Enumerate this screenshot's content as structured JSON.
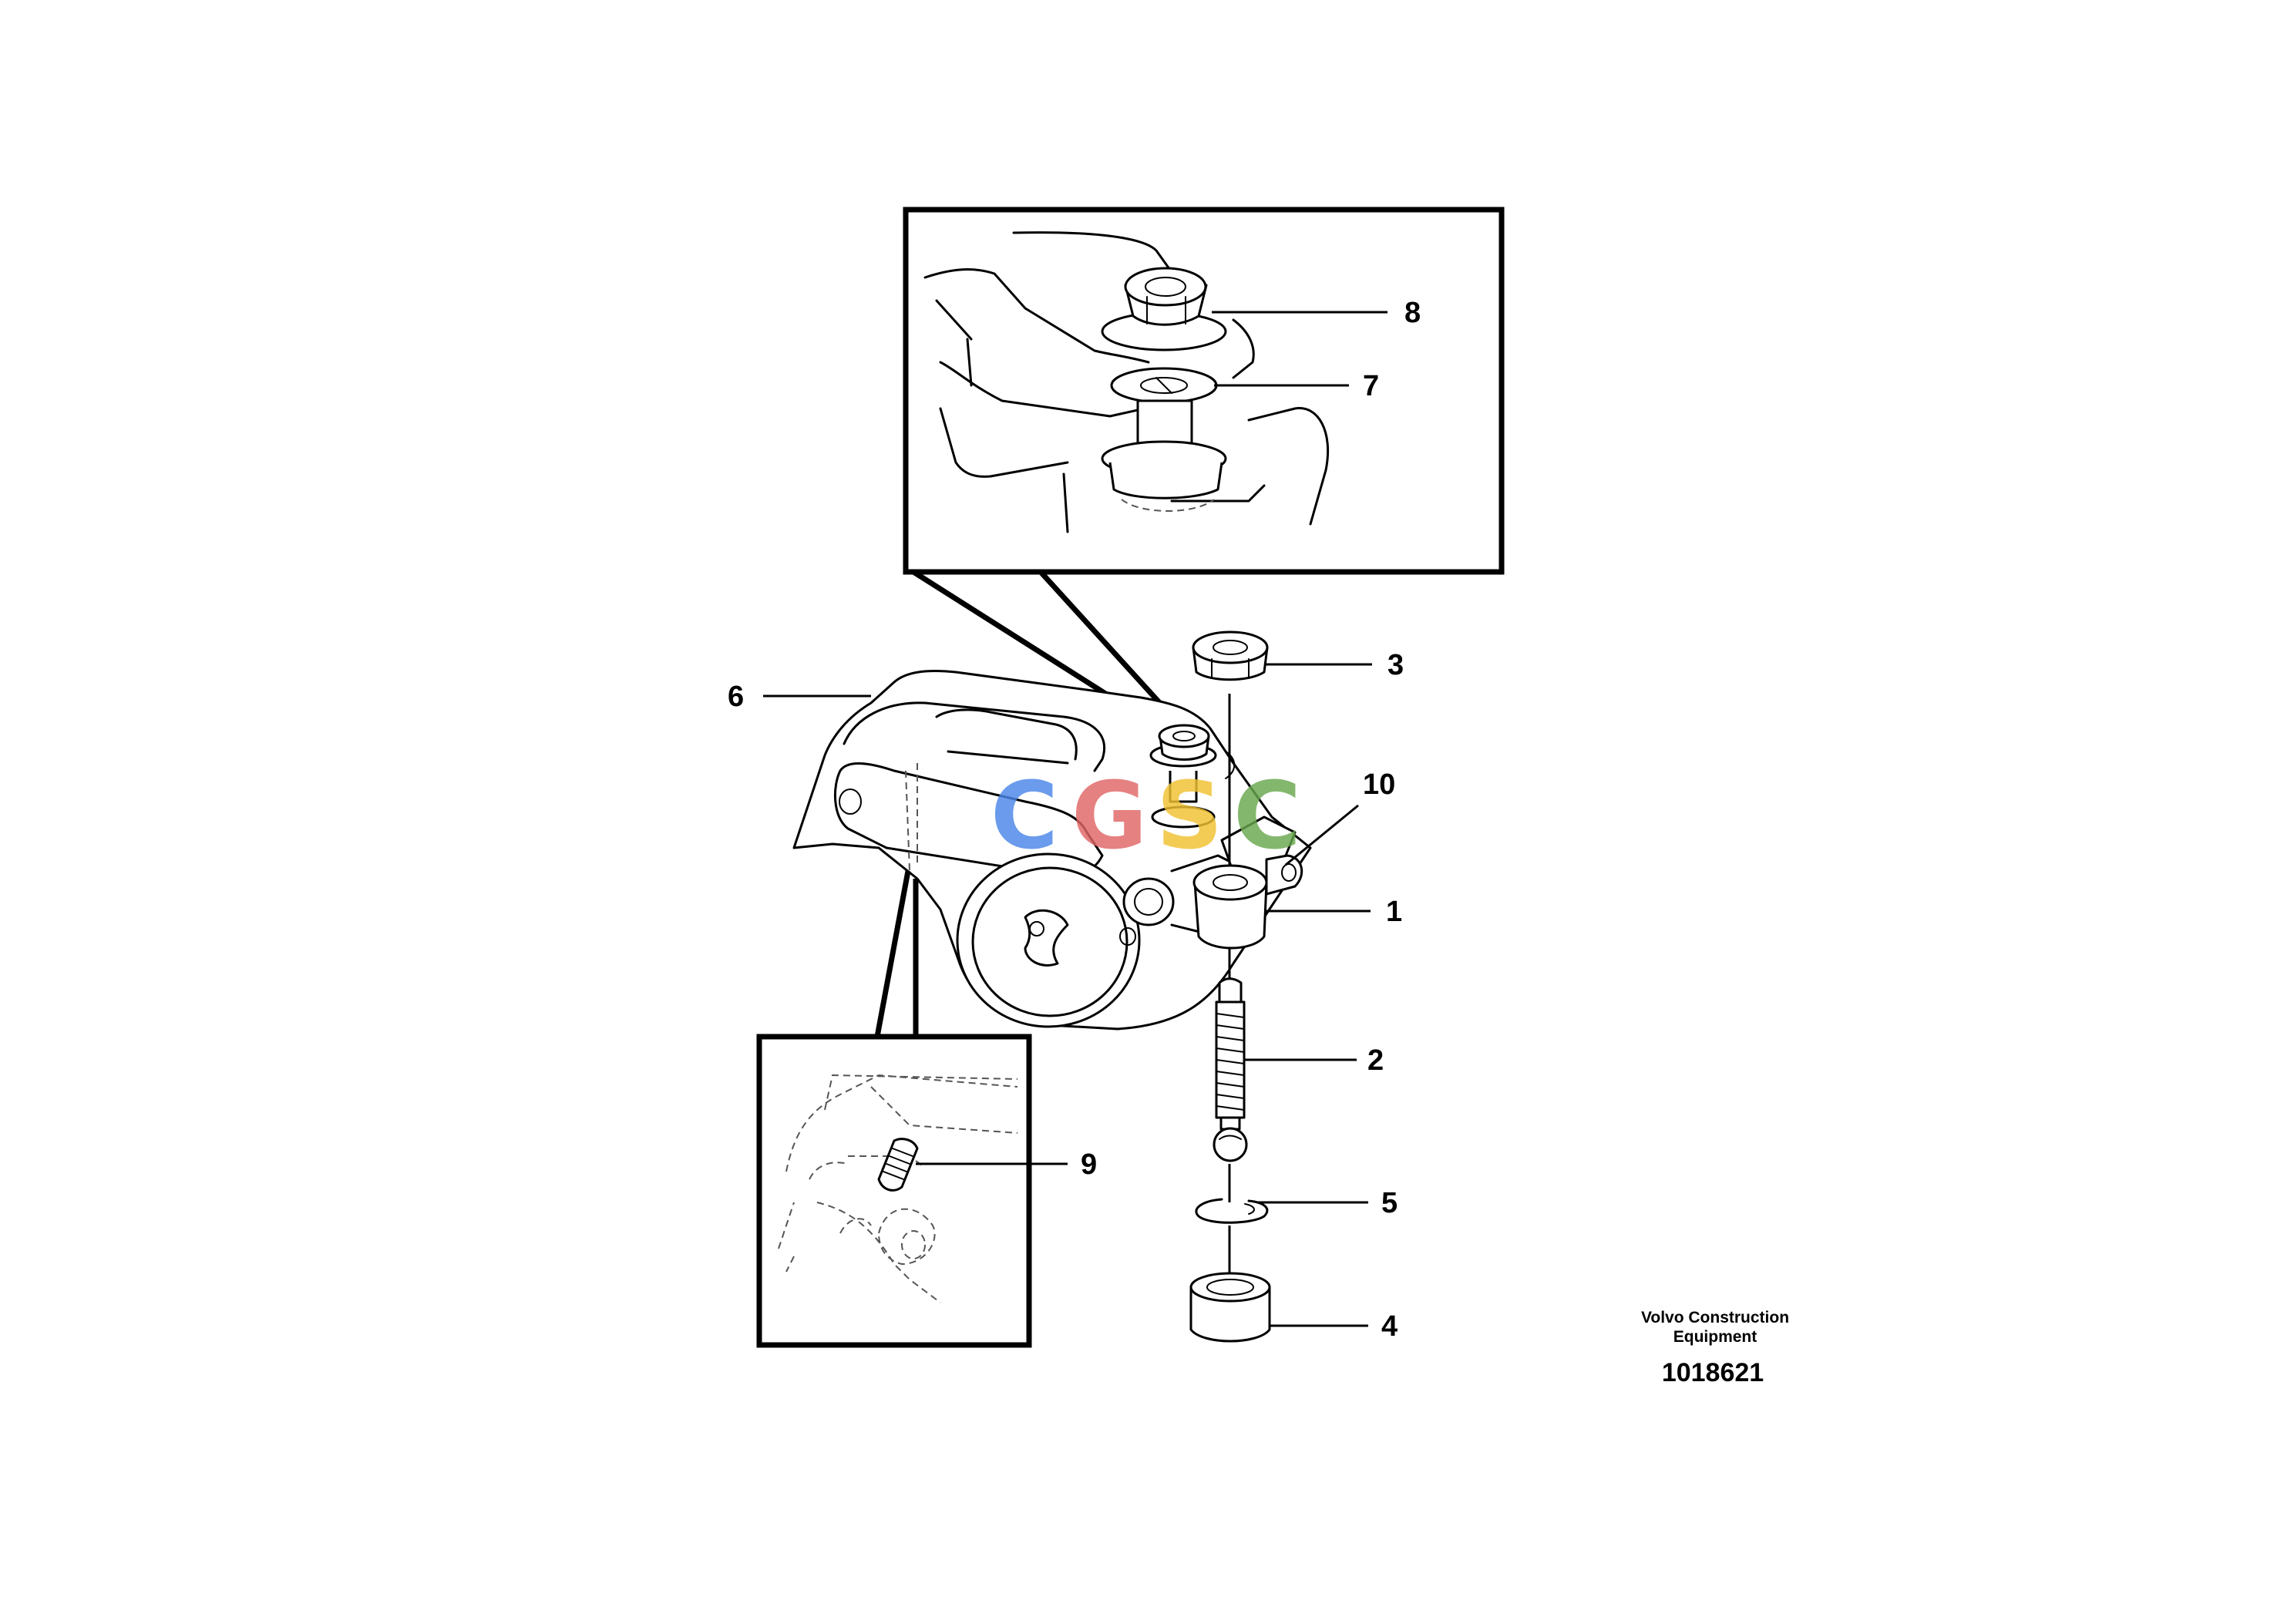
{
  "diagram": {
    "callouts": [
      "8",
      "7",
      "3",
      "6",
      "10",
      "1",
      "2",
      "9",
      "5",
      "4"
    ],
    "brand_line1": "Volvo Construction",
    "brand_line2": "Equipment",
    "part_number": "1018621",
    "watermark": {
      "letters": [
        "C",
        "G",
        "S",
        "C"
      ],
      "colors": [
        "#4a86e8",
        "#e06666",
        "#f1c232",
        "#6aa84f"
      ]
    }
  }
}
